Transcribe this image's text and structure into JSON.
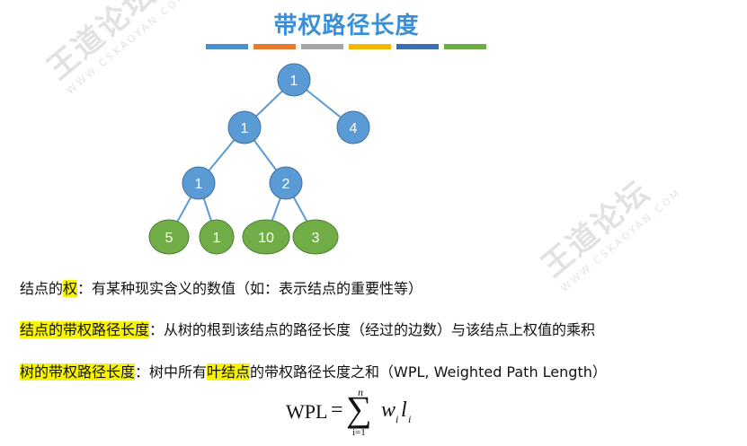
{
  "title": "带权路径长度",
  "color_bars": [
    "#4a90d0",
    "#e8792f",
    "#a5a5a5",
    "#f5b800",
    "#3d6db5",
    "#6aad45"
  ],
  "watermark": {
    "logo": "王道论坛",
    "url": "WWW.CSKAOYAN.COM"
  },
  "tree": {
    "internal_color": "#5b9bd5",
    "leaf_color": "#70ad47",
    "edge_color": "#5b9bd5",
    "nodes": [
      {
        "id": "root",
        "label": "1",
        "leaf": false
      },
      {
        "id": "l",
        "label": "1",
        "leaf": false
      },
      {
        "id": "r",
        "label": "4",
        "leaf": false
      },
      {
        "id": "ll",
        "label": "1",
        "leaf": false
      },
      {
        "id": "lr",
        "label": "2",
        "leaf": false
      },
      {
        "id": "lll",
        "label": "5",
        "leaf": true
      },
      {
        "id": "llr",
        "label": "1",
        "leaf": true
      },
      {
        "id": "lrl",
        "label": "10",
        "leaf": true
      },
      {
        "id": "lrr",
        "label": "3",
        "leaf": true
      }
    ],
    "edges": [
      [
        "root",
        "l"
      ],
      [
        "root",
        "r"
      ],
      [
        "l",
        "ll"
      ],
      [
        "l",
        "lr"
      ],
      [
        "ll",
        "lll"
      ],
      [
        "ll",
        "llr"
      ],
      [
        "lr",
        "lrl"
      ],
      [
        "lr",
        "lrr"
      ]
    ]
  },
  "lines": {
    "line1": {
      "part1": "结点的",
      "highlight": "权",
      "part2": "：有某种现实含义的数值（如：表示结点的重要性等）"
    },
    "line2": {
      "highlight": "结点的带权路径长度",
      "part2": "：从树的根到该结点的路径长度（经过的边数）与该结点上权值的乘积"
    },
    "line3": {
      "highlight1": "树的带权路径长度",
      "part2": "：树中所有",
      "highlight2": "叶结点",
      "part3": "的带权路径长度之和（WPL, Weighted Path Length）"
    }
  },
  "formula": {
    "lhs": "WPL",
    "eq": "=",
    "sum": "∑",
    "upper": "n",
    "lower": "i=1",
    "w": "w",
    "l": "l",
    "sub": "i"
  }
}
